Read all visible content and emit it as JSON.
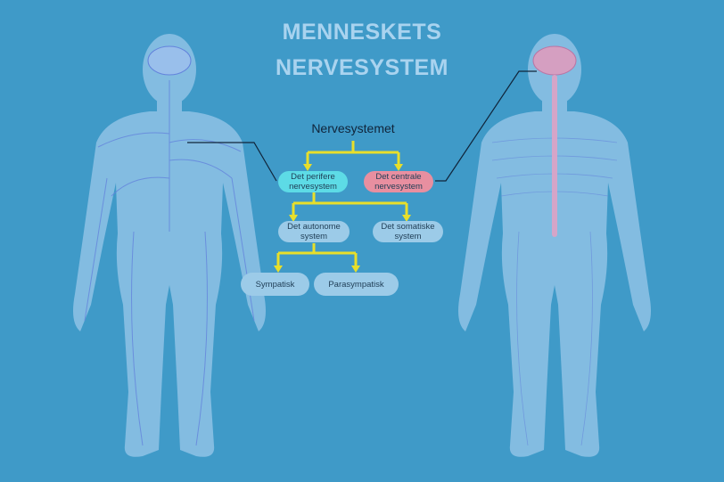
{
  "title": {
    "line1": "MENNESKETS",
    "line2": "NERVESYSTEM"
  },
  "tree": {
    "root": "Nervesystemet",
    "peripheral": "Det perifere nervesystem",
    "central": "Det centrale nervesystem",
    "autonomic": "Det autonome system",
    "somatic": "Det somatiske system",
    "sympathetic": "Sympatisk",
    "parasympathetic": "Parasympatisk"
  },
  "colors": {
    "background": "#3f9ac8",
    "peripheral": "#5ddbe6",
    "central": "#e88fa0",
    "node": "#9ccbe8",
    "arrow": "#e8df2a",
    "body": "#8fc3e6"
  }
}
